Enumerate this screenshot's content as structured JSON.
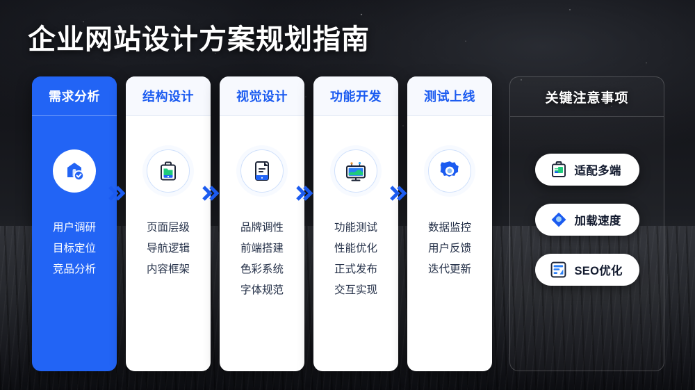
{
  "page": {
    "title": "企业网站设计方案规划指南",
    "accent_blue": "#2264f5",
    "title_color": "#ffffff",
    "background_color": "#0c0d10"
  },
  "flow": {
    "steps": [
      {
        "label": "需求分析",
        "active": true,
        "icon": "shield-check-home-icon",
        "items": [
          "用户调研",
          "目标定位",
          "竞品分析"
        ]
      },
      {
        "label": "结构设计",
        "active": false,
        "icon": "clipboard-folder-icon",
        "items": [
          "页面层级",
          "导航逻辑",
          "内容框架"
        ]
      },
      {
        "label": "视觉设计",
        "active": false,
        "icon": "document-mobile-icon",
        "items": [
          "品牌调性",
          "前端搭建",
          "色彩系统",
          "字体规范"
        ]
      },
      {
        "label": "功能开发",
        "active": false,
        "icon": "monitor-screen-icon",
        "items": [
          "功能测试",
          "性能优化",
          "正式发布",
          "交互实现"
        ]
      },
      {
        "label": "测试上线",
        "active": false,
        "icon": "gear-icon",
        "items": [
          "数据监控",
          "用户反馈",
          "迭代更新"
        ]
      }
    ],
    "connector_icon": "double-chevron-right-icon",
    "connector_count": 4
  },
  "panel": {
    "title": "关键注意事项",
    "pills": [
      {
        "label": "适配多端",
        "icon": "device-clipboard-icon",
        "icon_color": "#19c37d"
      },
      {
        "label": "加载速度",
        "icon": "speed-diamond-icon",
        "icon_color": "#1b5bf0"
      },
      {
        "label": "SEO优化",
        "icon": "seo-chart-icon",
        "icon_color": "#2264f5"
      }
    ]
  }
}
